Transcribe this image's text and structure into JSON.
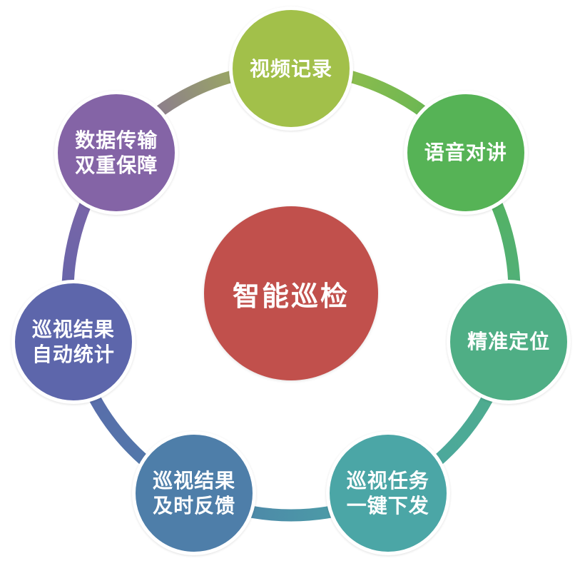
{
  "diagram": {
    "title": "智能巡检",
    "background_color": "#ffffff",
    "center": {
      "id": "smart-inspection",
      "label": "智能巡检",
      "color": "#c1504c",
      "text_color": "#ffffff"
    },
    "nodes": [
      {
        "id": "video-recording",
        "label_lines": [
          "视频记录"
        ],
        "color": "#a2c04a"
      },
      {
        "id": "voice-intercom",
        "label_lines": [
          "语音对讲"
        ],
        "color": "#56b356"
      },
      {
        "id": "precise-positioning",
        "label_lines": [
          "精准定位"
        ],
        "color": "#4fae85"
      },
      {
        "id": "task-one-key-dispatch",
        "label_lines": [
          "巡视任务",
          "一键下发"
        ],
        "color": "#4ba6a6"
      },
      {
        "id": "result-timely-feedback",
        "label_lines": [
          "巡视结果",
          "及时反馈"
        ],
        "color": "#4e7ea9"
      },
      {
        "id": "result-auto-statistics",
        "label_lines": [
          "巡视结果",
          "自动统计"
        ],
        "color": "#5d66ab"
      },
      {
        "id": "data-transmission-dual-guarantee",
        "label_lines": [
          "数据传输",
          "双重保障"
        ],
        "color": "#8464a6"
      }
    ]
  }
}
